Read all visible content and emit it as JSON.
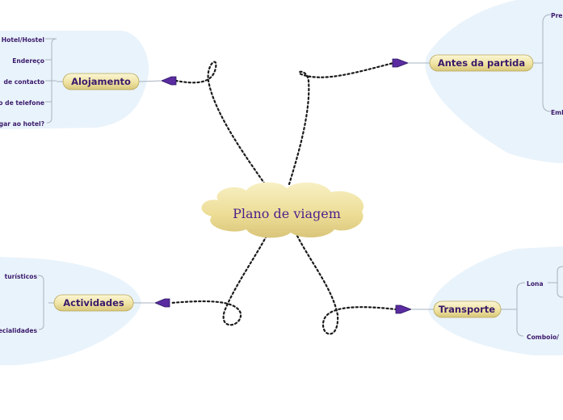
{
  "central": {
    "title": "Plano de viagem"
  },
  "topics": {
    "accommodation": {
      "label": "Alojamento",
      "items": [
        "Hotel/Hostel",
        "Endereço",
        "de contacto",
        "o de telefone",
        "gar ao hotel?"
      ]
    },
    "before_departure": {
      "label": "Antes da partida",
      "items": [
        "Pre",
        "Emb"
      ]
    },
    "activities": {
      "label": "Actividades",
      "items": [
        "turísticos",
        "ecialidades"
      ]
    },
    "transport": {
      "label": "Transporte",
      "items": [
        "Lona",
        "Comboio/"
      ]
    }
  },
  "colors": {
    "topic_fill": "#f1e7a7",
    "cloud_fill": "#eedf98",
    "text": "#3b1a6b",
    "arrow": "#5a2ca0",
    "branch_bg": "#e9f3fb"
  }
}
